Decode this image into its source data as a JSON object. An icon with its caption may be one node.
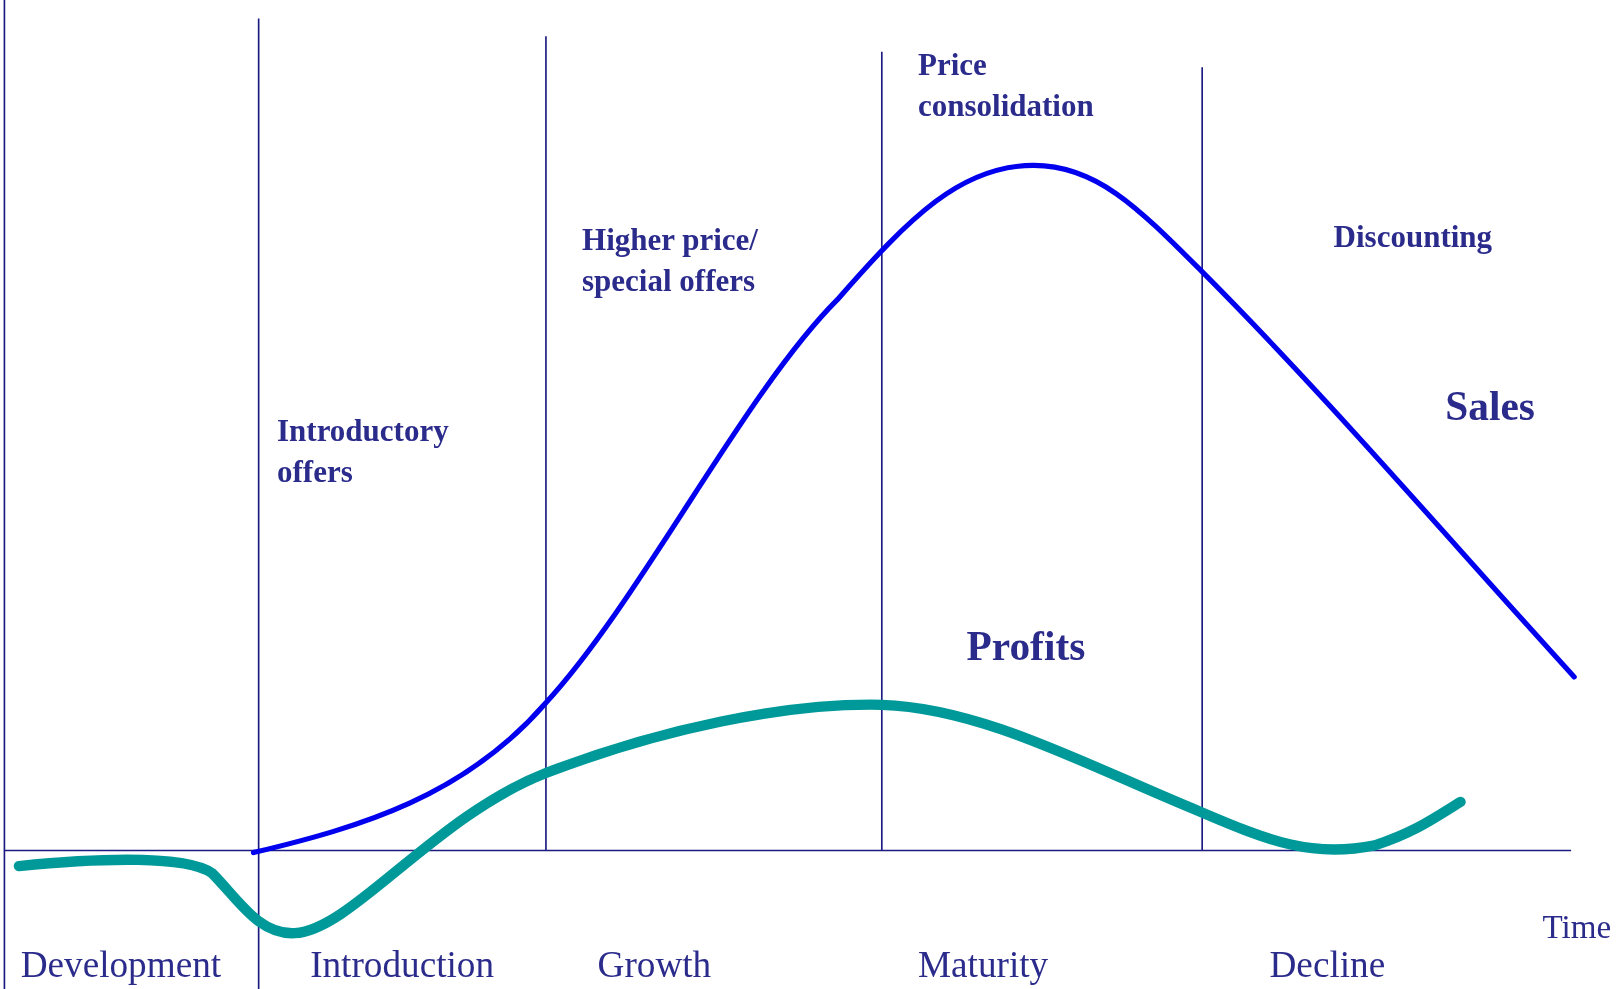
{
  "diagram": {
    "labels": [
      "Price consolidation",
      "Higher price/ special offers",
      "Discounting",
      "Sales",
      "Introductory offers",
      "Profits",
      "Time",
      "Development",
      "Introduction",
      "Growth",
      "Maturity",
      "Decline"
    ]
  }
}
